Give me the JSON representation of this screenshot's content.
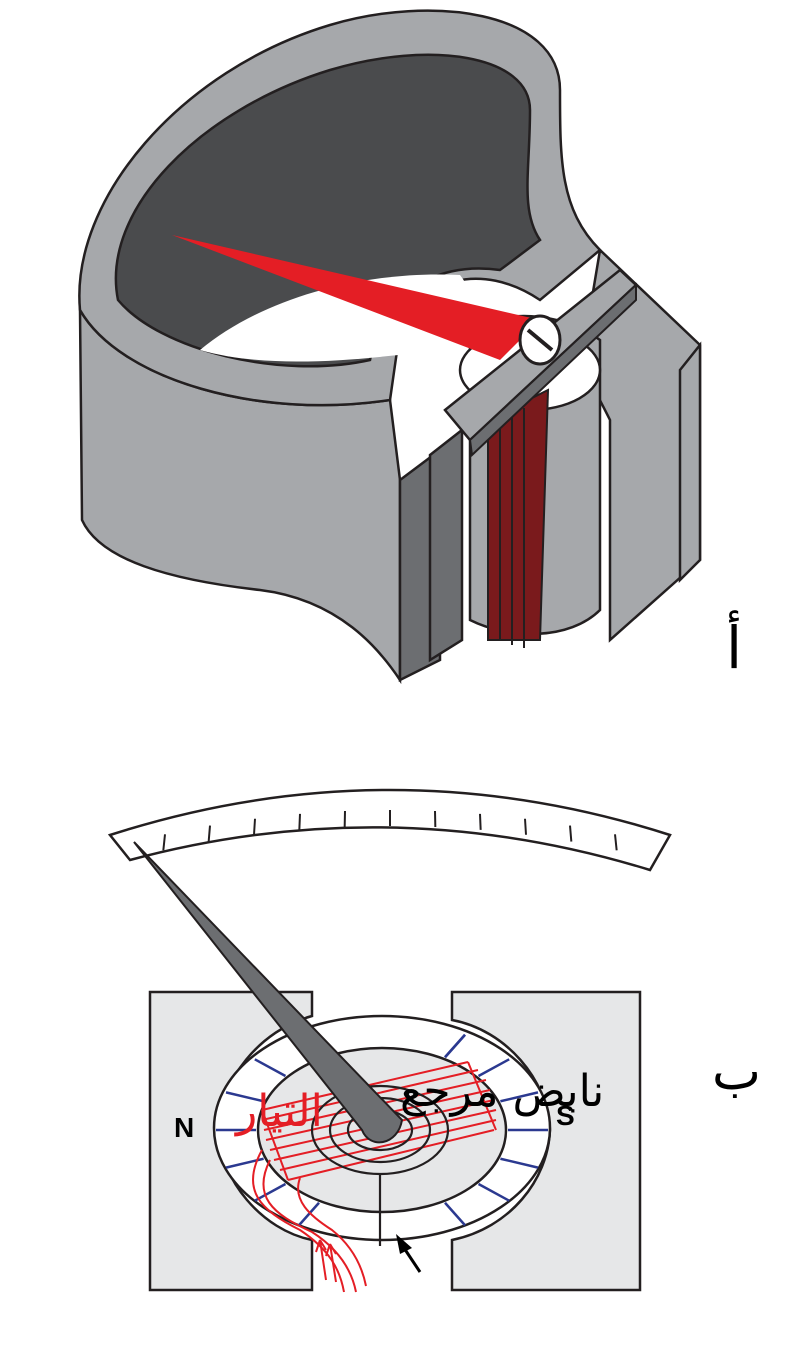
{
  "labels": {
    "figure_a": "أ",
    "figure_b": "ب",
    "spring": "نابض مرجع",
    "current": "التيار",
    "north": "N",
    "south": "S"
  },
  "colors": {
    "magnet": "#a6a8ab",
    "magnet_dark": "#6c6e71",
    "cavity": "#4a4b4d",
    "needle": "#e41e25",
    "coil": "#7a1a1c",
    "pole": "#e6e7e8",
    "field_line": "#2b3990",
    "current": "#e41e25"
  },
  "icons": [
    "screw-icon",
    "arrow-icon"
  ]
}
